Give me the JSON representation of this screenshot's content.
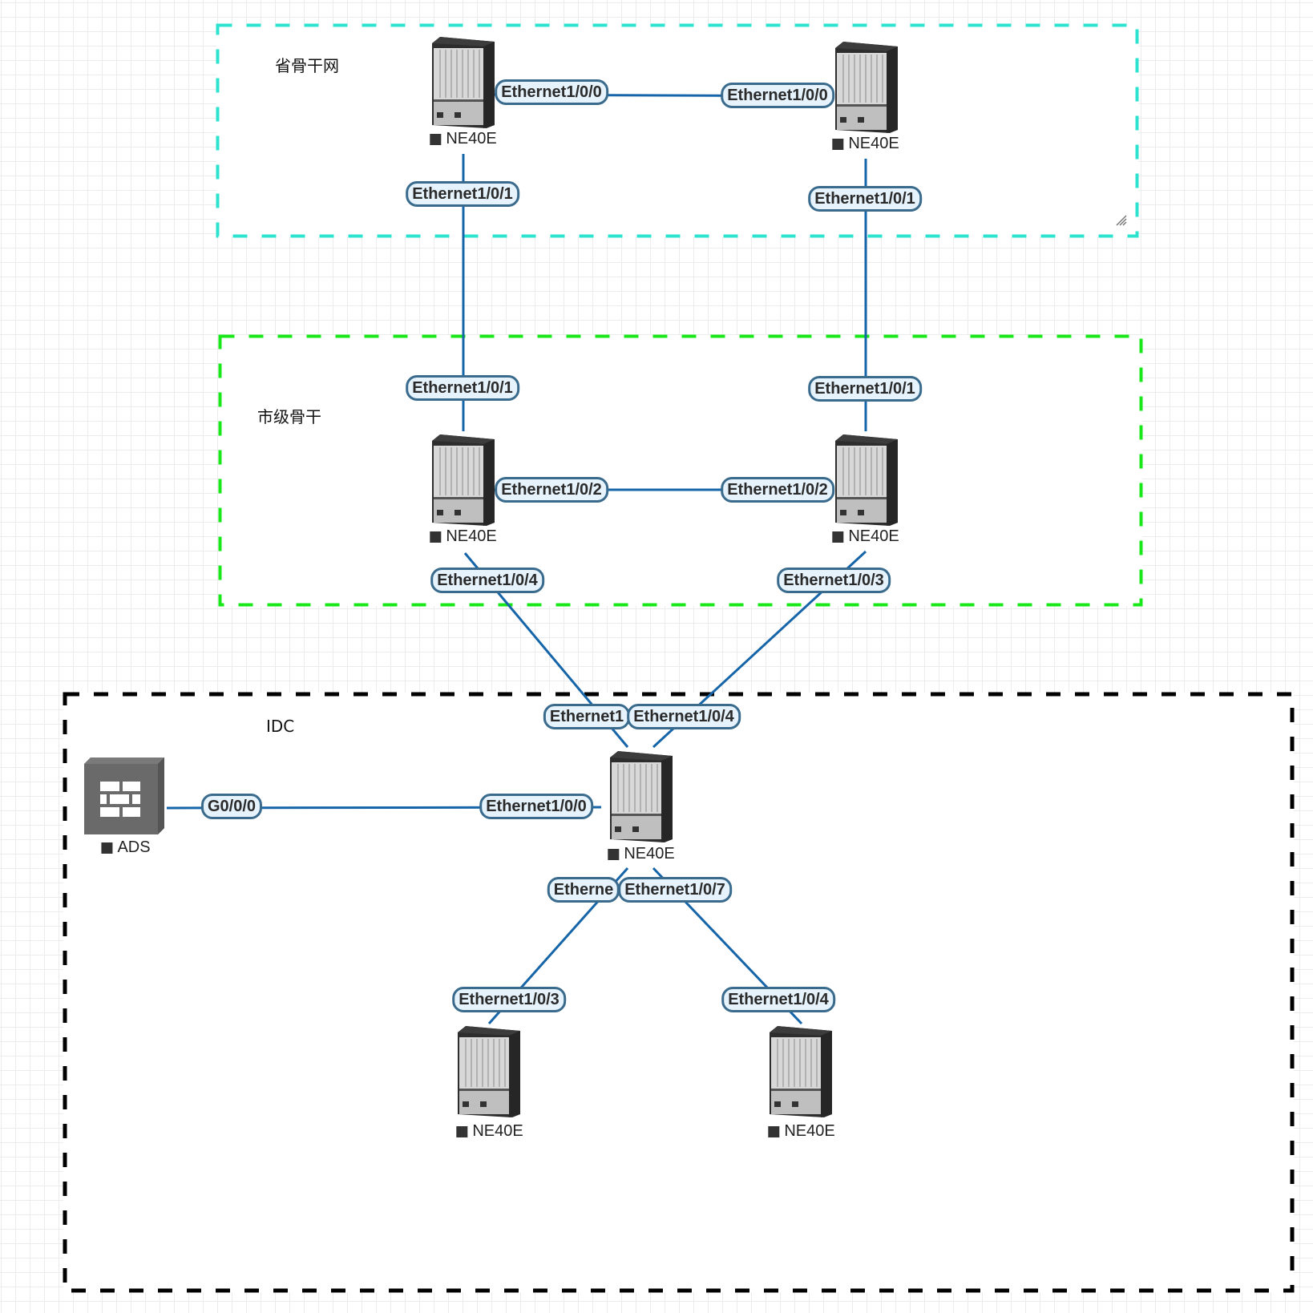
{
  "diagram": {
    "zones": [
      {
        "id": "province",
        "title": "省骨干网",
        "border_color": "#2de3d0"
      },
      {
        "id": "city",
        "title": "市级骨干",
        "border_color": "#18e818"
      },
      {
        "id": "idc",
        "title": "IDC",
        "border_color": "#000000"
      }
    ],
    "devices": [
      {
        "id": "prov-left",
        "label": "NE40E",
        "type": "router"
      },
      {
        "id": "prov-right",
        "label": "NE40E",
        "type": "router"
      },
      {
        "id": "city-left",
        "label": "NE40E",
        "type": "router"
      },
      {
        "id": "city-right",
        "label": "NE40E",
        "type": "router"
      },
      {
        "id": "idc-core",
        "label": "NE40E",
        "type": "router"
      },
      {
        "id": "ads",
        "label": "ADS",
        "type": "firewall"
      },
      {
        "id": "idc-left",
        "label": "NE40E",
        "type": "router"
      },
      {
        "id": "idc-right",
        "label": "NE40E",
        "type": "router"
      }
    ],
    "ports": [
      {
        "id": "p1",
        "text": "Ethernet1/0/0"
      },
      {
        "id": "p2",
        "text": "Ethernet1/0/0"
      },
      {
        "id": "p3",
        "text": "Ethernet1/0/1"
      },
      {
        "id": "p4",
        "text": "Ethernet1/0/1"
      },
      {
        "id": "p5",
        "text": "Ethernet1/0/1"
      },
      {
        "id": "p6",
        "text": "Ethernet1/0/1"
      },
      {
        "id": "p7",
        "text": "Ethernet1/0/2"
      },
      {
        "id": "p8",
        "text": "Ethernet1/0/2"
      },
      {
        "id": "p9",
        "text": "Ethernet1/0/4"
      },
      {
        "id": "p10",
        "text": "Ethernet1/0/3"
      },
      {
        "id": "p11",
        "text": "Ethernet1"
      },
      {
        "id": "p12",
        "text": "Ethernet1/0/4"
      },
      {
        "id": "p13",
        "text": "G0/0/0"
      },
      {
        "id": "p14",
        "text": "Ethernet1/0/0"
      },
      {
        "id": "p15",
        "text": "Etherne"
      },
      {
        "id": "p16",
        "text": "Ethernet1/0/7"
      },
      {
        "id": "p17",
        "text": "Ethernet1/0/3"
      },
      {
        "id": "p18",
        "text": "Ethernet1/0/4"
      }
    ],
    "links": [
      {
        "from": "prov-left",
        "to": "prov-right",
        "ports": [
          "Ethernet1/0/0",
          "Ethernet1/0/0"
        ]
      },
      {
        "from": "prov-left",
        "to": "city-left",
        "ports": [
          "Ethernet1/0/1",
          "Ethernet1/0/1"
        ]
      },
      {
        "from": "prov-right",
        "to": "city-right",
        "ports": [
          "Ethernet1/0/1",
          "Ethernet1/0/1"
        ]
      },
      {
        "from": "city-left",
        "to": "city-right",
        "ports": [
          "Ethernet1/0/2",
          "Ethernet1/0/2"
        ]
      },
      {
        "from": "city-left",
        "to": "idc-core",
        "ports": [
          "Ethernet1/0/4",
          "Ethernet1"
        ]
      },
      {
        "from": "city-right",
        "to": "idc-core",
        "ports": [
          "Ethernet1/0/3",
          "Ethernet1/0/4"
        ]
      },
      {
        "from": "ads",
        "to": "idc-core",
        "ports": [
          "G0/0/0",
          "Ethernet1/0/0"
        ]
      },
      {
        "from": "idc-core",
        "to": "idc-left",
        "ports": [
          "Etherne",
          "Ethernet1/0/3"
        ]
      },
      {
        "from": "idc-core",
        "to": "idc-right",
        "ports": [
          "Ethernet1/0/7",
          "Ethernet1/0/4"
        ]
      }
    ],
    "link_color": "#1565a8"
  }
}
